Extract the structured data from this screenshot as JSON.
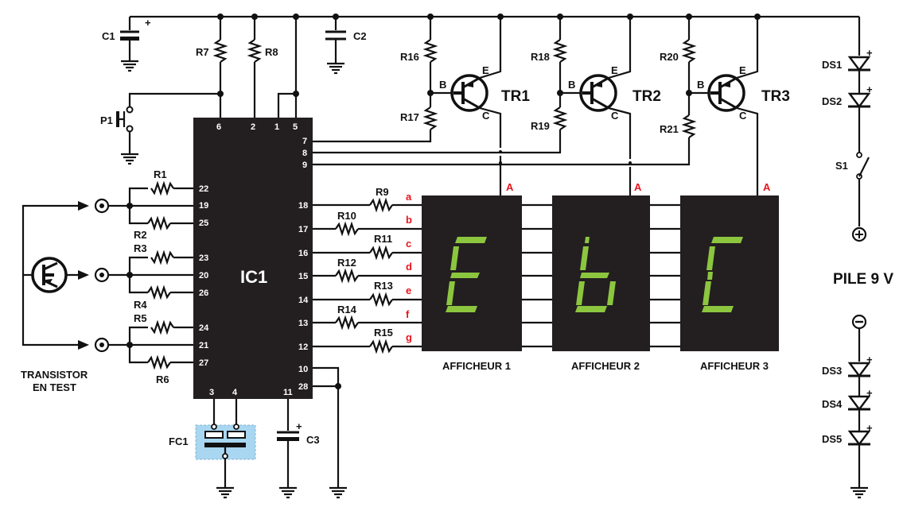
{
  "labels": {
    "C1": "C1",
    "C2": "C2",
    "C3": "C3",
    "R1": "R1",
    "R2": "R2",
    "R3": "R3",
    "R4": "R4",
    "R5": "R5",
    "R6": "R6",
    "R7": "R7",
    "R8": "R8",
    "R9": "R9",
    "R10": "R10",
    "R11": "R11",
    "R12": "R12",
    "R13": "R13",
    "R14": "R14",
    "R15": "R15",
    "R16": "R16",
    "R17": "R17",
    "R18": "R18",
    "R19": "R19",
    "R20": "R20",
    "R21": "R21",
    "TR1": "TR1",
    "TR2": "TR2",
    "TR3": "TR3",
    "IC1": "IC1",
    "FC1": "FC1",
    "P1": "P1",
    "S1": "S1",
    "DS1": "DS1",
    "DS2": "DS2",
    "DS3": "DS3",
    "DS4": "DS4",
    "DS5": "DS5",
    "battery": "PILE 9 V",
    "transistor_test_1": "TRANSISTOR",
    "transistor_test_2": "EN TEST",
    "display1": "AFFICHEUR 1",
    "display2": "AFFICHEUR 2",
    "display3": "AFFICHEUR 3",
    "B": "B",
    "C": "C",
    "E": "E",
    "A": "A",
    "plus": "+"
  },
  "ic_pins": {
    "top": [
      "6",
      "2",
      "1",
      "5"
    ],
    "right_top": [
      "7",
      "8",
      "9"
    ],
    "left": [
      "22",
      "19",
      "25",
      "23",
      "20",
      "26",
      "24",
      "21",
      "27"
    ],
    "right": [
      "18",
      "17",
      "16",
      "15",
      "14",
      "13",
      "12",
      "10",
      "28"
    ],
    "bottom": [
      "3",
      "4",
      "11"
    ]
  },
  "segments": [
    "a",
    "b",
    "c",
    "d",
    "e",
    "f",
    "g"
  ],
  "display_chars": [
    "E",
    "b",
    "C"
  ],
  "colors": {
    "display_bg": "#231f20",
    "segment_on": "#8cc63f",
    "segment_label": "#e8141c",
    "crystal_bg": "#a9d6f0",
    "ink": "#111111"
  }
}
